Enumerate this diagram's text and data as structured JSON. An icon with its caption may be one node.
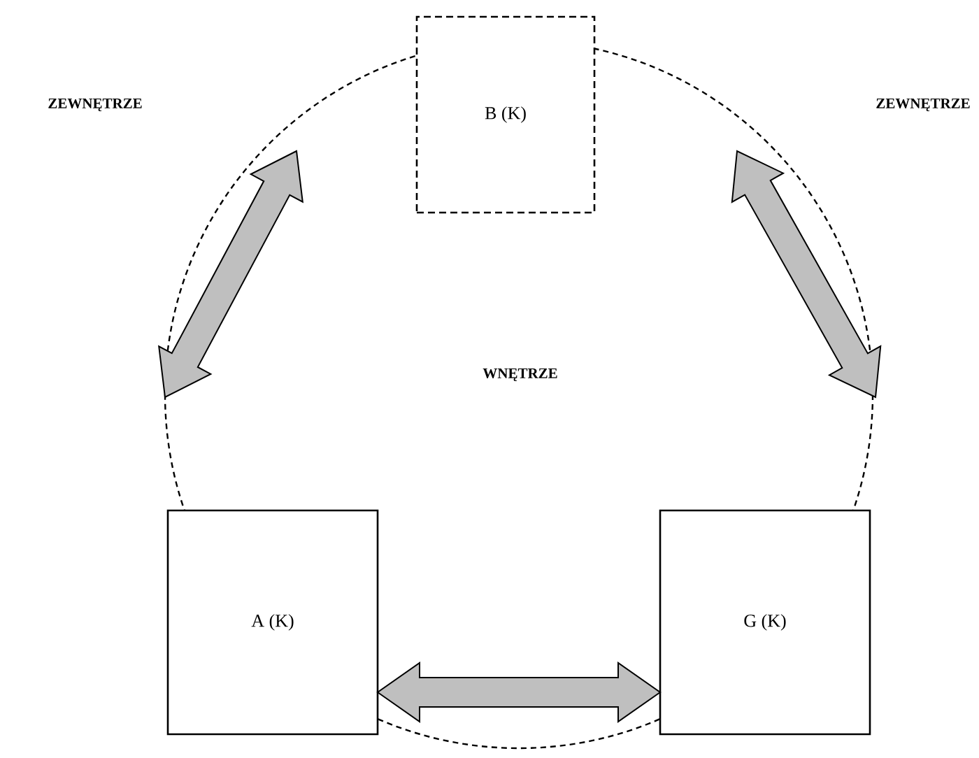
{
  "diagram": {
    "nodes": [
      {
        "text": [
          "B (K)"
        ]
      },
      {
        "text": [
          "A (K)"
        ]
      },
      {
        "text": [
          "G (K)"
        ]
      }
    ],
    "edges": [
      {
        "from": 0,
        "to": 1,
        "arrow": "both"
      },
      {
        "from": 0,
        "to": 2,
        "arrow": "both"
      },
      {
        "from": 1,
        "to": 2,
        "arrow": "both"
      }
    ],
    "labels": [
      "ZEWNĘTRZE",
      "ZEWNĘTRZE",
      "WNĘTRZE"
    ]
  }
}
